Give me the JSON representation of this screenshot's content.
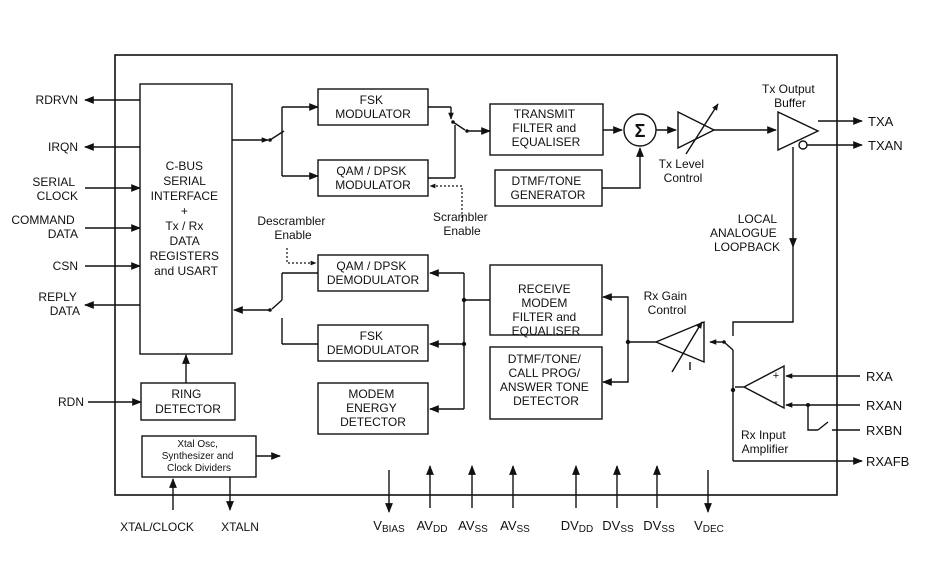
{
  "pins_left": {
    "rdrvn": "RDRVN",
    "irqn": "IRQN",
    "serial_clock": [
      "SERIAL",
      "CLOCK"
    ],
    "command_data": [
      "COMMAND",
      "DATA"
    ],
    "csn": "CSN",
    "reply_data": [
      "REPLY",
      "DATA"
    ],
    "rdn": "RDN"
  },
  "pins_right": {
    "txa": "TXA",
    "txan": "TXAN",
    "rxa": "RXA",
    "rxan": "RXAN",
    "rxbn": "RXBN",
    "rxafb": "RXAFB"
  },
  "pins_bottom": {
    "xtal_clock": "XTAL/CLOCK",
    "xtaln": "XTALN",
    "vbias": {
      "main": "V",
      "sub": "BIAS"
    },
    "avdd": {
      "main": "AV",
      "sub": "DD"
    },
    "avss1": {
      "main": "AV",
      "sub": "SS"
    },
    "avss2": {
      "main": "AV",
      "sub": "SS"
    },
    "dvdd": {
      "main": "DV",
      "sub": "DD"
    },
    "dvss1": {
      "main": "DV",
      "sub": "SS"
    },
    "dvss2": {
      "main": "DV",
      "sub": "SS"
    },
    "vdec": {
      "main": "V",
      "sub": "DEC"
    }
  },
  "blocks": {
    "cbus": [
      "C-BUS",
      "SERIAL",
      "INTERFACE",
      "+",
      "Tx / Rx",
      "DATA",
      "REGISTERS",
      "and USART"
    ],
    "ring_detector": [
      "RING",
      "DETECTOR"
    ],
    "xtal_osc": [
      "Xtal Osc,",
      "Synthesizer and",
      "Clock Dividers"
    ],
    "fsk_mod": [
      "FSK",
      "MODULATOR"
    ],
    "qam_mod": [
      "QAM / DPSK",
      "MODULATOR"
    ],
    "transmit_filter": [
      "TRANSMIT",
      "FILTER and",
      "EQUALISER"
    ],
    "dtmf_gen": [
      "DTMF/TONE",
      "GENERATOR"
    ],
    "qam_demod": [
      "QAM / DPSK",
      "DEMODULATOR"
    ],
    "fsk_demod": [
      "FSK",
      "DEMODULATOR"
    ],
    "energy_det": [
      "MODEM",
      "ENERGY",
      "DETECTOR"
    ],
    "receive_filter": [
      "RECEIVE",
      "MODEM",
      "FILTER and",
      "EQUALISER"
    ],
    "dtmf_det": [
      "DTMF/TONE/",
      "CALL PROG/",
      "ANSWER TONE",
      "DETECTOR"
    ]
  },
  "symbols": {
    "summer": "Σ"
  },
  "annotations": {
    "tx_output_buffer": [
      "Tx Output",
      "Buffer"
    ],
    "tx_level_control": [
      "Tx Level",
      "Control"
    ],
    "scrambler_enable": [
      "Scrambler",
      "Enable"
    ],
    "descrambler_enable": [
      "Descrambler",
      "Enable"
    ],
    "local_loopback": [
      "LOCAL",
      "ANALOGUE",
      "LOOPBACK"
    ],
    "rx_gain_control": [
      "Rx Gain",
      "Control"
    ],
    "rx_input_amplifier": [
      "Rx Input",
      "Amplifier"
    ],
    "plus": "+",
    "minus": "-"
  }
}
